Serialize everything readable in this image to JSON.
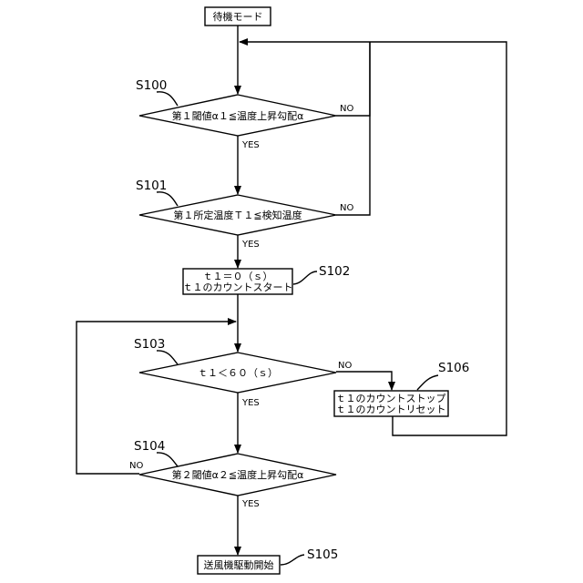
{
  "diagram": {
    "start": "待機モード",
    "s100": {
      "step": "S100",
      "text": "第１閾値α１≦温度上昇勾配α"
    },
    "s101": {
      "step": "S101",
      "text": "第１所定温度Ｔ１≦検知温度"
    },
    "s102": {
      "step": "S102",
      "line1": "ｔ１＝０（ｓ）",
      "line2": "ｔ１のカウントスタート"
    },
    "s103": {
      "step": "S103",
      "text": "ｔ１＜６０（ｓ）"
    },
    "s104": {
      "step": "S104",
      "text": "第２閾値α２≦温度上昇勾配α"
    },
    "s105": {
      "step": "S105",
      "text": "送風機駆動開始"
    },
    "s106": {
      "step": "S106",
      "line1": "ｔ１のカウントストップ",
      "line2": "ｔ１のカウントリセット"
    },
    "yes": "YES",
    "no": "NO"
  }
}
